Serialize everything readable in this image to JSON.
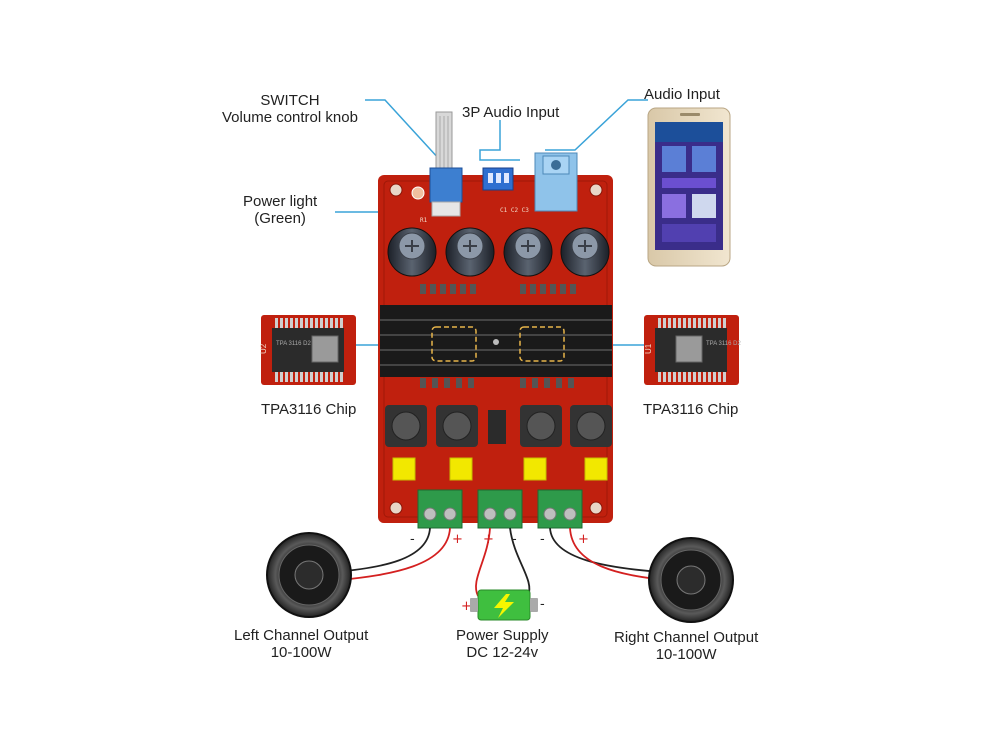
{
  "labels": {
    "switch": {
      "line1": "SWITCH",
      "line2": "Volume control knob"
    },
    "three_p_input": "3P Audio Input",
    "audio_input": "Audio Input",
    "power_light": {
      "line1": "Power light",
      "line2": "(Green)"
    },
    "chip_left": "TPA3116 Chip",
    "chip_right": "TPA3116 Chip",
    "left_output": {
      "line1": "Left Channel Output",
      "line2": "10-100W"
    },
    "power_supply": {
      "line1": "Power Supply",
      "line2": "DC 12-24v"
    },
    "right_output": {
      "line1": "Right Channel Output",
      "line2": "10-100W"
    }
  },
  "polarity": {
    "plus": "+",
    "minus": "-"
  },
  "chip_text": {
    "designator_left": "U2",
    "designator_right": "U1",
    "marking": "TPA 3116 D2"
  },
  "colors": {
    "board": "#c0200e",
    "heatsink": "#1a1a1a",
    "terminal": "#2e9a4a",
    "callout_line": "#3aa3d8",
    "knob": "#3d7fd0",
    "audio_jack": "#8fc3ea",
    "capacitor": "#2a2f38",
    "inductor": "#333333",
    "battery": "#3fbf3f"
  }
}
